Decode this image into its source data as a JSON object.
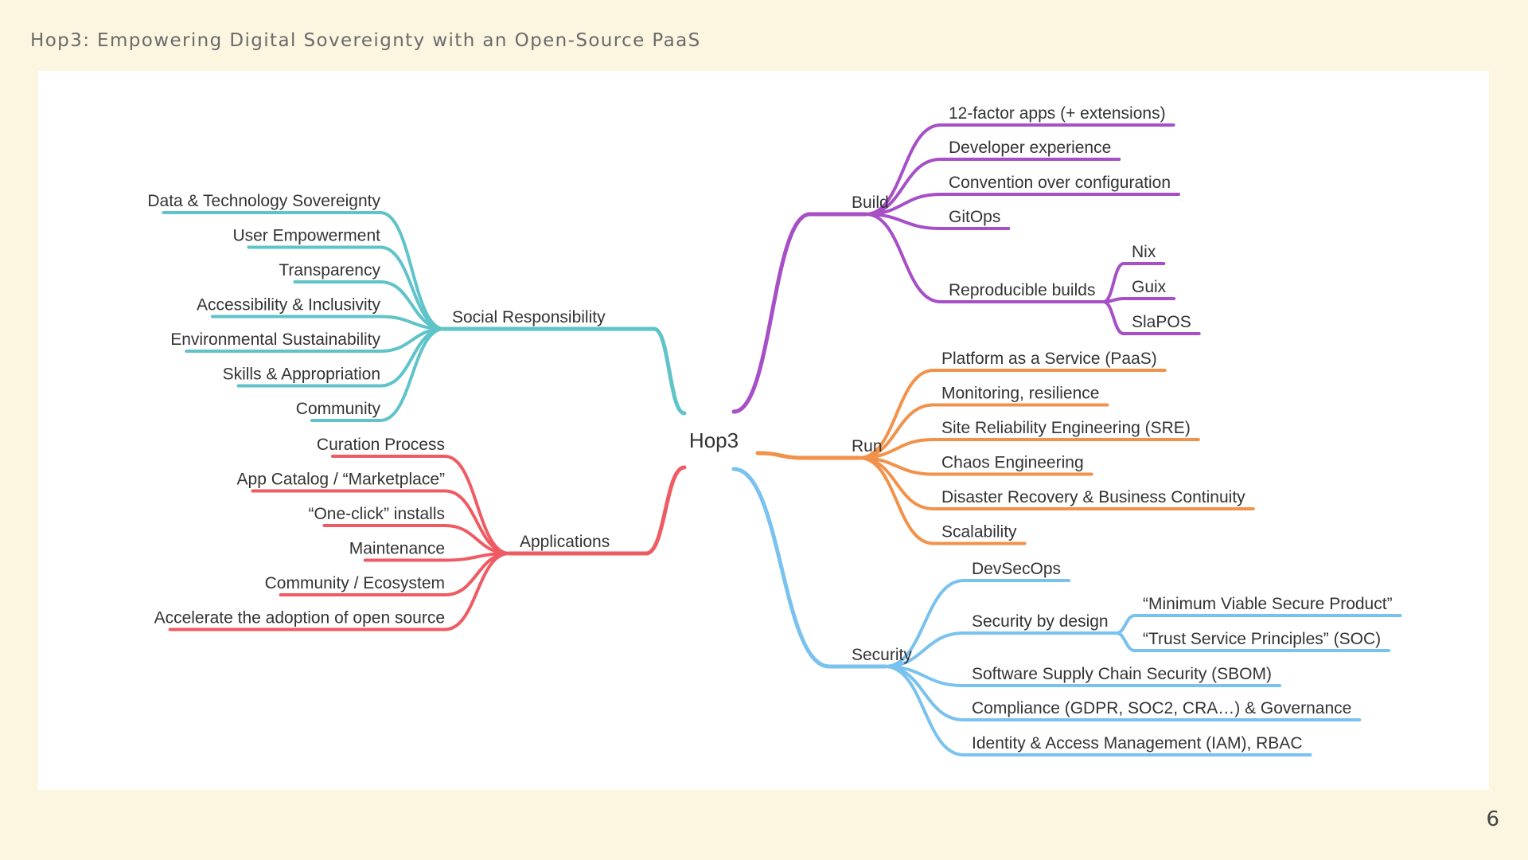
{
  "slide": {
    "title": "Hop3: Empowering Digital Sovereignty with an Open-Source PaaS",
    "page_number": "6"
  },
  "mindmap": {
    "root": "Hop3",
    "branches": [
      {
        "label": "Social Responsibility",
        "color": "#5fc3c9",
        "side": "left",
        "children": [
          {
            "label": "Data & Technology Sovereignty"
          },
          {
            "label": "User Empowerment"
          },
          {
            "label": "Transparency"
          },
          {
            "label": "Accessibility & Inclusivity"
          },
          {
            "label": "Environmental Sustainability"
          },
          {
            "label": "Skills & Appropriation"
          },
          {
            "label": "Community"
          }
        ]
      },
      {
        "label": "Applications",
        "color": "#ef5b63",
        "side": "left",
        "children": [
          {
            "label": "Curation Process"
          },
          {
            "label": "App Catalog / “Marketplace”"
          },
          {
            "label": "“One-click” installs"
          },
          {
            "label": "Maintenance"
          },
          {
            "label": "Community / Ecosystem"
          },
          {
            "label": "Accelerate the adoption of open source"
          }
        ]
      },
      {
        "label": "Build",
        "color": "#a64fc6",
        "side": "right",
        "children": [
          {
            "label": "12-factor apps (+ extensions)"
          },
          {
            "label": "Developer experience"
          },
          {
            "label": "Convention over configuration"
          },
          {
            "label": "GitOps"
          },
          {
            "label": "Reproducible builds",
            "children": [
              {
                "label": "Nix"
              },
              {
                "label": "Guix"
              },
              {
                "label": "SlaPOS"
              }
            ]
          }
        ]
      },
      {
        "label": "Run",
        "color": "#f2914a",
        "side": "right",
        "children": [
          {
            "label": "Platform as a Service (PaaS)"
          },
          {
            "label": "Monitoring, resilience"
          },
          {
            "label": "Site Reliability Engineering (SRE)"
          },
          {
            "label": "Chaos Engineering"
          },
          {
            "label": "Disaster Recovery & Business Continuity"
          },
          {
            "label": "Scalability"
          }
        ]
      },
      {
        "label": "Security",
        "color": "#79c2ef",
        "side": "right",
        "children": [
          {
            "label": "DevSecOps"
          },
          {
            "label": "Security by design",
            "children": [
              {
                "label": "“Minimum Viable Secure Product”"
              },
              {
                "label": "“Trust Service Principles” (SOC)"
              }
            ]
          },
          {
            "label": "Software Supply Chain Security (SBOM)"
          },
          {
            "label": "Compliance (GDPR, SOC2, CRA…) & Governance"
          },
          {
            "label": "Identity & Access Management (IAM), RBAC"
          }
        ]
      }
    ]
  }
}
